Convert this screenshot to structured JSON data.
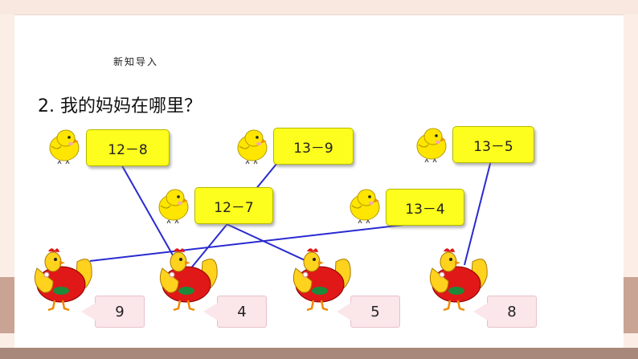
{
  "slide": {
    "section_label": "新知导入",
    "question": "2. 我的妈妈在哪里？"
  },
  "chicks": [
    {
      "expression": "12－8"
    },
    {
      "expression": "13－9"
    },
    {
      "expression": "13－5"
    },
    {
      "expression": "12－7"
    },
    {
      "expression": "13－4"
    }
  ],
  "hens": [
    {
      "number": "9"
    },
    {
      "number": "4"
    },
    {
      "number": "5"
    },
    {
      "number": "8"
    }
  ],
  "matches": [
    {
      "expression": "12－8",
      "number": "4"
    },
    {
      "expression": "13－9",
      "number": "4"
    },
    {
      "expression": "13－5",
      "number": "8"
    },
    {
      "expression": "12－7",
      "number": "5"
    },
    {
      "expression": "13－4",
      "number": "9"
    }
  ],
  "colors": {
    "box_fill": "#fdfd1e",
    "line": "#2a2ad0",
    "tag_fill": "#fbe6ea",
    "background": "#fbeee6"
  }
}
